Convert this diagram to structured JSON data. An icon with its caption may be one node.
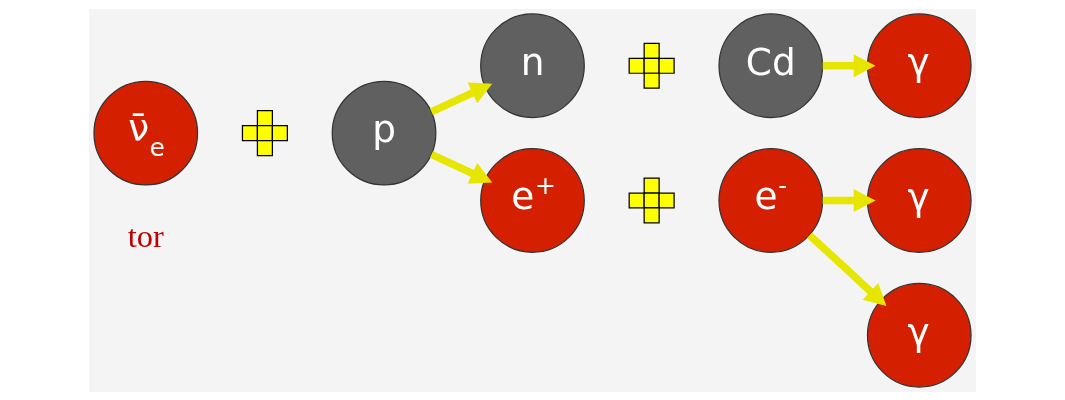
{
  "diagram": {
    "nodes": [
      {
        "text": [
          "ν̄$_{e}$"
        ]
      },
      {
        "text": [],
        "shape": "plus"
      },
      {
        "text": [
          "p"
        ]
      },
      {
        "text": [
          "n"
        ]
      },
      {
        "text": [],
        "shape": "plus"
      },
      {
        "text": [
          "Cd"
        ]
      },
      {
        "text": [
          "γ"
        ]
      },
      {
        "text": [
          "γ"
        ]
      },
      {
        "text": [
          "e$^{+}$"
        ]
      },
      {
        "text": [],
        "shape": "plus"
      },
      {
        "text": [
          "e$^{-}$"
        ]
      },
      {
        "text": [
          "γ"
        ]
      }
    ],
    "edges": [
      {
        "from": 2,
        "to": 3,
        "arrow": "to"
      },
      {
        "from": 2,
        "to": 8,
        "arrow": "to"
      },
      {
        "from": 5,
        "to": 6,
        "arrow": "to"
      },
      {
        "from": 10,
        "to": 7,
        "arrow": "to"
      },
      {
        "from": 10,
        "to": 11,
        "arrow": "to"
      }
    ],
    "labels": [
      "tor"
    ]
  }
}
